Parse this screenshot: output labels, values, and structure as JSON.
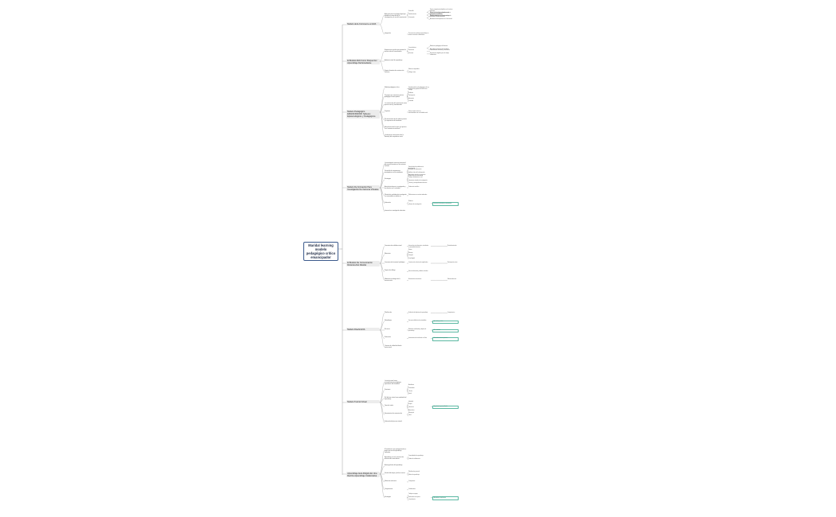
{
  "root": {
    "label": "Maridal learning modelo pedagógico crítico emancipador"
  },
  "topics": [
    {
      "key": "t1",
      "label": "Modelo de E-Commerce en EVA",
      "children": [
        {
          "label": "Aplicación de la tecnología digital que posibilita el desarrollo de la investigación y el uso del conocimiento",
          "children": [
            {
              "label": "Desarrollo",
              "children": [
                "Formar competencias digitales en el entorno educativo",
                "Asumir el e-learning como proceso de aprendizaje permanente"
              ]
            },
            {
              "label": "Fortalecimiento",
              "children": [
                "Utilizar las tecnologías digitales como un medio para la mediación",
                "Propiciar espacios de reflexión crítica"
              ]
            },
            {
              "label": "Concepción",
              "children": [
                "Modelo pedagógico crítico y emancipador orientado a la transformación",
                "Articulación teoría-práctica en el aula virtual"
              ]
            }
          ]
        },
        {
          "label": "Integración",
          "children": [
            "Procesos de enseñanza-aprendizaje en entornos virtuales colaborativos"
          ]
        }
      ]
    },
    {
      "key": "t2",
      "label": "El Modelo EVA Como Parque Del Aprendizaje Del Estudiante",
      "children": [
        {
          "label": "Experiencias virtuales que permiten la construcción del conocimiento",
          "children": [
            {
              "label": "Características",
              "children": [
                "Mediación pedagógica del docente",
                "Aprendizaje autónomo del estudiante"
              ]
            },
            {
              "label": "Interacción",
              "children": [
                "Comunicación sincrónica y asincrónica"
              ]
            },
            {
              "label": "Recursos",
              "children": [
                "Herramientas digitales para el trabajo colaborativo"
              ]
            }
          ]
        },
        {
          "label": "Ambiente virtual de aprendizaje",
          "children": []
        },
        {
          "label": "Espacio formativo de construcción colectiva",
          "children": [
            "Saberes compartidos",
            "Diálogo crítico"
          ]
        }
      ]
    },
    {
      "key": "t3",
      "label": "Modelo Pedagógico EMANCIPADOR: Saberes Epistemológicos y Pedagógicos",
      "children": [
        {
          "label": "Modelo pedagógico crítico",
          "children": [
            "Fundamentado en la pedagogía crítica y la educación popular de Paulo Freire"
          ]
        },
        {
          "label": "Principios que orientan la práctica pedagógica emancipadora",
          "children": [
            "Diálogo",
            "Reflexión",
            "Participación",
            "Autonomía",
            "Criticidad"
          ]
        },
        {
          "label": "La construcción del conocimiento como proceso social y transformador",
          "children": []
        },
        {
          "label": "Propósito",
          "children": [
            "Formar sujetos críticos y transformadores de su realidad social"
          ]
        },
        {
          "label": "Reconocimiento de los saberes previos y la experiencia del estudiante",
          "children": []
        },
        {
          "label": "Articulación entre la teoría y la práctica en el contexto sociocultural",
          "children": []
        },
        {
          "label": "La educación como práctica de la libertad y del compromiso social",
          "children": []
        }
      ]
    },
    {
      "key": "t4",
      "label": "Modelo De Formación Para Investigación De Carreras Virtuales",
      "children": [
        {
          "label": "La investigación como eje transversal del proceso formativo en los entornos virtuales",
          "children": []
        },
        {
          "label": "Desarrollo de competencias investigativas en los estudiantes",
          "children": [
            "Formulación de problemas de investigación",
            "Búsqueda de información",
            "Análisis crítico de la información",
            "Producción de conocimiento"
          ]
        },
        {
          "label": "Estrategias",
          "children": [
            "Aprendizaje basado en proyectos",
            "Trabajo colaborativo en red",
            "Seminarios virtuales de investigación",
            "Tutorías y acompañamiento docente"
          ]
        },
        {
          "label": "Articulación docencia, investigación y vinculación con la sociedad",
          "children": [
            "Producción científica"
          ]
        },
        {
          "label": "Difusión de resultados de investigación en comunidades académicas",
          "children": [
            "Publicaciones en revistas indexadas"
          ]
        },
        {
          "label": "Evaluación",
          "children": [
            "Rúbricas",
            "Informes de investigación"
          ],
          "note": "Evaluación formativa y permanente"
        },
        {
          "label": "Innovación e investigación educativa",
          "children": []
        }
      ]
    },
    {
      "key": "t5",
      "label": "El Modelo De Comunicación Dinámica Del Maridal",
      "children": [
        {
          "label": "Comunicación multidireccional",
          "children": [
            "Interacción entre docentes, estudiantes y comunidad educativa"
          ],
          "extra": "Retroalimentación"
        },
        {
          "label": "Elementos",
          "children": [
            "Emisor",
            "Mensaje",
            "Receptor",
            "Canal digital"
          ]
        },
        {
          "label": "Comunicación horizontal y dialógica",
          "children": [
            "Construcción colectiva de significados"
          ],
          "extra": "Participación activa"
        },
        {
          "label": "Espacio de diálogo",
          "children": [
            "Foros de discusión y debates virtuales"
          ]
        },
        {
          "label": "Mediación tecnológica de la comunicación",
          "children": [
            "Herramientas sincrónicas"
          ],
          "extra": "Videoconferencia"
        }
      ]
    },
    {
      "key": "t6",
      "label": "Modelo Diseño EVA",
      "children": [
        {
          "label": "Planificación",
          "children": [
            "Definición de objetivos de aprendizaje"
          ],
          "extra": "Competencias"
        },
        {
          "label": "Metodología",
          "children": [
            "Secuencia didáctica de actividades"
          ],
          "note": "Aprendizaje activo"
        },
        {
          "label": "Recursos",
          "children": [
            "Materiales multimedia y objetos de aprendizaje"
          ],
          "note": "Accesibilidad"
        },
        {
          "label": "Evaluación",
          "children": [
            "Instrumentos de evaluación en línea"
          ],
          "note": "Retroalimentación oportuna"
        },
        {
          "label": "Criterios de calidad del diseño instruccional",
          "children": []
        }
      ]
    },
    {
      "key": "t7",
      "label": "Modelo Tutoría Virtual",
      "children": [
        {
          "label": "La tutoría virtual como acompañamiento pedagógico permanente del estudiante",
          "children": []
        },
        {
          "label": "Funciones",
          "children": [
            "Académica",
            "Orientadora",
            "Técnica",
            "Social"
          ]
        },
        {
          "label": "Rol del tutor virtual como mediador del aprendizaje",
          "children": []
        },
        {
          "label": "Tipos de tutoría",
          "children": [
            "Individual",
            "Grupal",
            "Sincrónica",
            "Asincrónica"
          ],
          "note": "Seguimiento personalizado"
        },
        {
          "label": "Herramientas de comunicación",
          "children": [
            "Mensajería",
            "Foros"
          ]
        },
        {
          "label": "Evaluación del proceso tutorial",
          "children": []
        }
      ]
    },
    {
      "key": "t8",
      "label": "Aprendizaje Auto-Dirigido En Una Red De Aprendizaje Colaborativa",
      "children": [
        {
          "label": "El estudiante como protagonista de su propio proceso de aprendizaje autónomo",
          "children": []
        },
        {
          "label": "Aprendizaje en red y construcción colectiva del conocimiento",
          "children": [
            "Comunidades de aprendizaje",
            "Redes de colaboración"
          ]
        },
        {
          "label": "Autorregulación del aprendizaje",
          "children": []
        },
        {
          "label": "Gestión del tiempo y de los recursos",
          "children": [
            "Planificación personal",
            "Metas de aprendizaje"
          ]
        },
        {
          "label": "Motivación intrínseca",
          "children": [
            "Compromiso"
          ]
        },
        {
          "label": "Competencias",
          "children": [
            "Colaborativas"
          ]
        },
        {
          "label": "Estrategias",
          "children": [
            "Trabajo en equipo",
            "Evaluación entre pares",
            "Coevaluación"
          ],
          "note": "Aprendizaje significativo"
        }
      ]
    }
  ]
}
